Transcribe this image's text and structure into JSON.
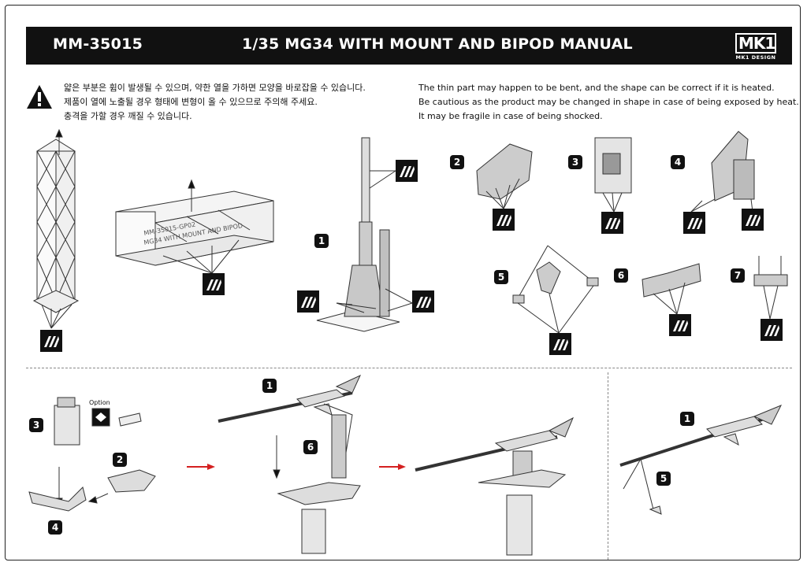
{
  "header": {
    "code": "MM-35015",
    "title": "1/35 MG34 WITH MOUNT AND BIPOD MANUAL",
    "logo": "MK1",
    "logo_sub": "MK1 DESIGN"
  },
  "warning": {
    "icon": "warning-triangle-icon",
    "korean": [
      "얇은 부분은 휨이 발생될 수 있으며, 약한 열을 가하면 모양을 바로잡을 수 있습니다.",
      "제품이 열에 노출될 경우 형태에 변형이 올 수 있으므로 주의해 주세요.",
      "충격을 가할 경우 깨질 수 있습니다."
    ],
    "english": [
      "The thin part may happen to be bent, and the shape can be correct if it is heated.",
      "Be cautious as the product may be changed in shape in case of being exposed by heat.",
      "It may be fragile in case of being shocked."
    ]
  },
  "parts": {
    "frame_label_line1": "MM-35015-GP02",
    "frame_label_line2": "MG34 WITH MOUNT AND BIPOD",
    "numbers": [
      "1",
      "2",
      "3",
      "4",
      "5",
      "6",
      "7"
    ]
  },
  "assembly": {
    "option_label": "Option",
    "step_numbers": [
      "3",
      "2",
      "4",
      "1",
      "6",
      "1",
      "5"
    ],
    "arrow_color": "#d42020"
  },
  "icons": {
    "cut_icon": "sprue-cut-icon",
    "arrow": "arrow-right-icon"
  }
}
